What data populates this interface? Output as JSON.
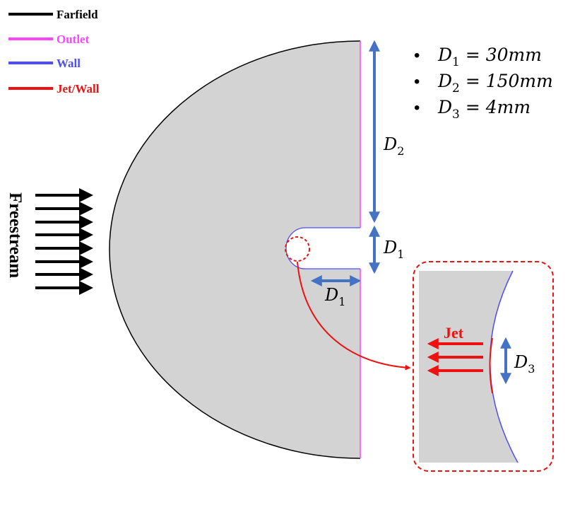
{
  "legend": [
    {
      "label": "Farfield",
      "color": "#000000"
    },
    {
      "label": "Outlet",
      "color": "#ff44ff"
    },
    {
      "label": "Wall",
      "color": "#4d4dff"
    },
    {
      "label": "Jet/Wall",
      "color": "#ee1111"
    }
  ],
  "freestream_label": "Freestream",
  "dimensions": [
    {
      "var": "D",
      "sub": "1",
      "rest": " = 30mm"
    },
    {
      "var": "D",
      "sub": "2",
      "rest": " = 150mm"
    },
    {
      "var": "D",
      "sub": "3",
      "rest": " = 4mm"
    }
  ],
  "labels": {
    "d2": {
      "var": "D",
      "sub": "2"
    },
    "d1_right": {
      "var": "D",
      "sub": "1"
    },
    "d1_bottom": {
      "var": "D",
      "sub": "1"
    },
    "d3": {
      "var": "D",
      "sub": "3"
    },
    "jet": "Jet"
  },
  "colors": {
    "domain_fill": "#d3d3d3",
    "dimension_arrow": "#4472c4",
    "jet": "#ee1111",
    "wall": "#4d4dff",
    "outlet": "#ff44ff",
    "farfield": "#000000"
  }
}
